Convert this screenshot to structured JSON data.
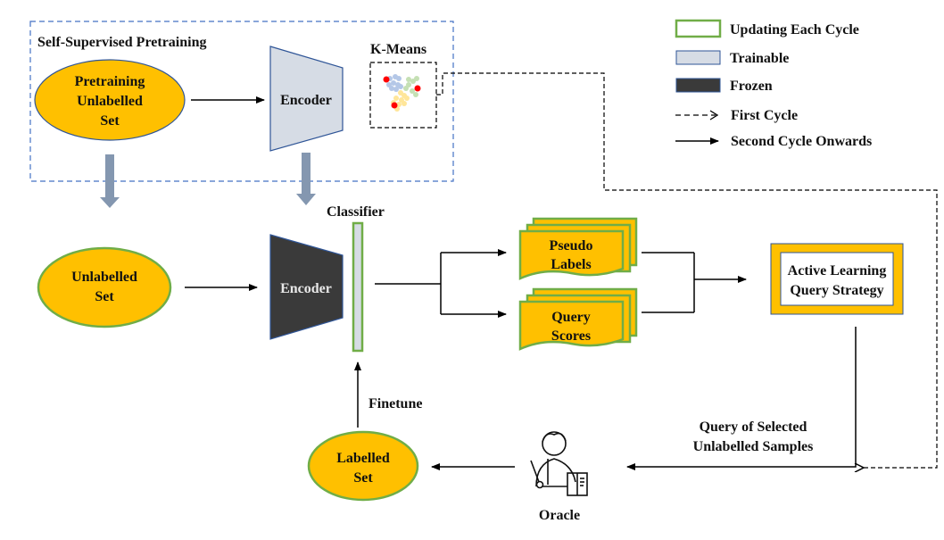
{
  "colors": {
    "accent_yellow": "#FFC000",
    "update_green": "#70AD47",
    "trainable_fill": "#D6DCE5",
    "trainable_stroke": "#2F5597",
    "frozen_fill": "#3A3A3A",
    "pretrain_box_stroke": "#4472C4",
    "down_arrow": "#8497B0",
    "kmeans_blue": "#B4C7E7",
    "kmeans_green": "#C5E0B4",
    "kmeans_yellow": "#FFE699",
    "kmeans_red": "#FF0000"
  },
  "legend": {
    "items": [
      {
        "label": "Updating Each Cycle",
        "swatch": "green-outline-box"
      },
      {
        "label": "Trainable",
        "swatch": "light-blue-box"
      },
      {
        "label": "Frozen",
        "swatch": "dark-box"
      },
      {
        "label": "First Cycle",
        "swatch": "dashed-arrow"
      },
      {
        "label": "Second Cycle Onwards",
        "swatch": "solid-arrow"
      }
    ]
  },
  "pretraining": {
    "title": "Self-Supervised Pretraining",
    "set_lines": [
      "Pretraining",
      "Unlabelled",
      "Set"
    ],
    "encoder_label": "Encoder",
    "kmeans_label": "K-Means"
  },
  "main": {
    "unlabelled_lines": [
      "Unlabelled",
      "Set"
    ],
    "encoder_label": "Encoder",
    "classifier_label": "Classifier",
    "pseudo_lines": [
      "Pseudo",
      "Labels"
    ],
    "query_lines": [
      "Query",
      "Scores"
    ],
    "strategy_lines": [
      "Active Learning",
      "Query Strategy"
    ]
  },
  "bottom": {
    "finetune_label": "Finetune",
    "labelled_lines": [
      "Labelled",
      "Set"
    ],
    "oracle_label": "Oracle",
    "query_selected_lines": [
      "Query of Selected",
      "Unlabelled Samples"
    ]
  }
}
